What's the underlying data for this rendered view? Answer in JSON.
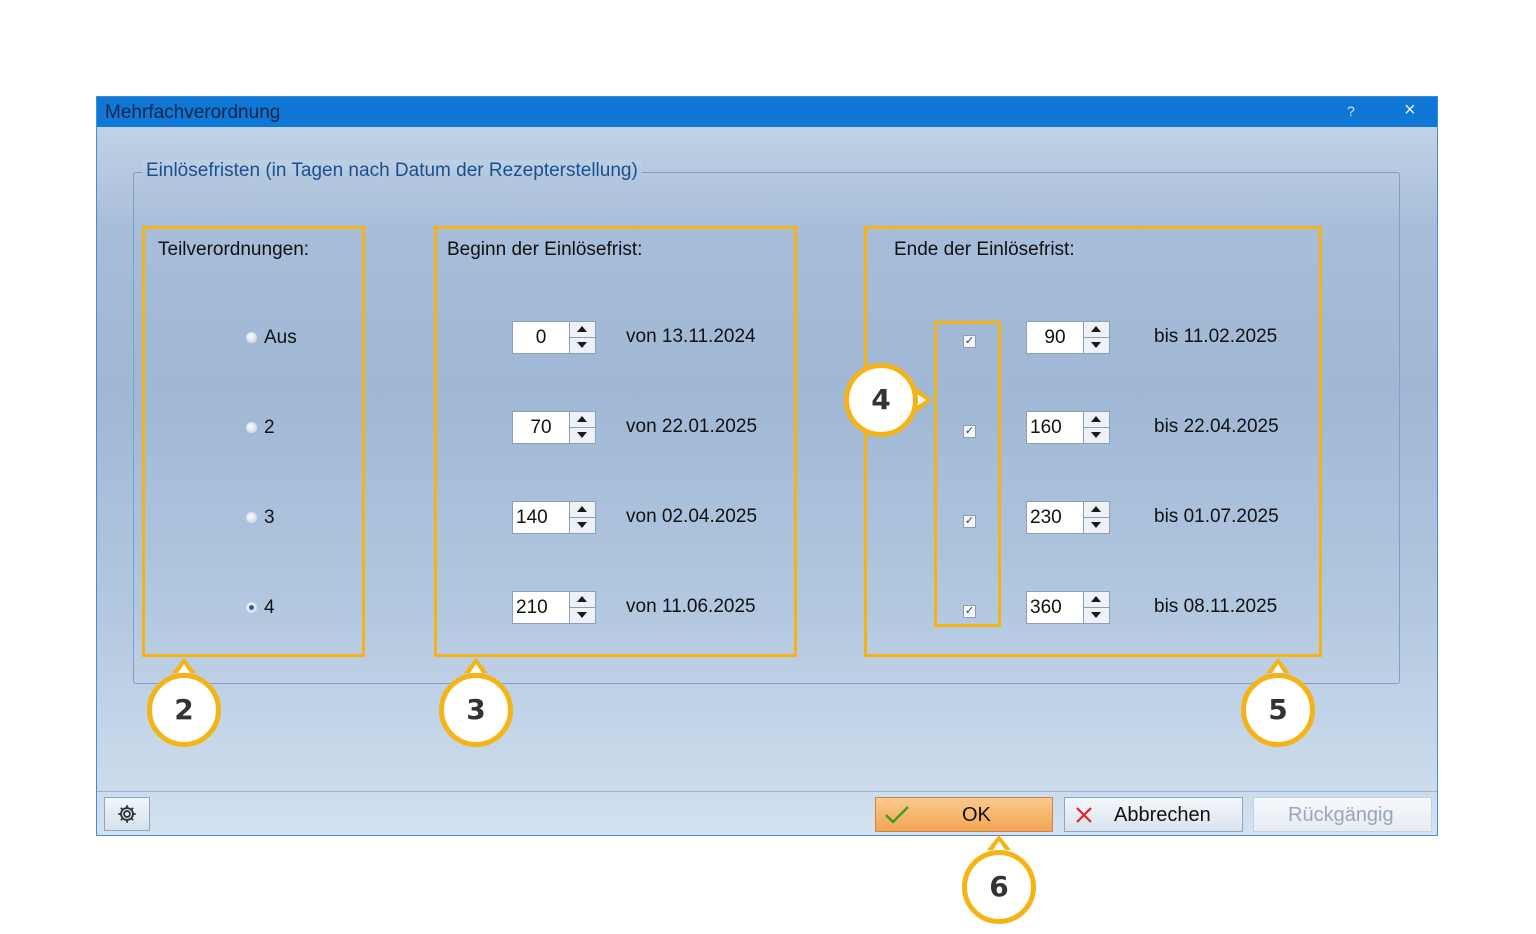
{
  "window": {
    "title": "Mehrfachverordnung",
    "help": "?",
    "close": "×"
  },
  "group": {
    "legend": "Einlösefristen (in Tagen nach Datum der Rezepterstellung)"
  },
  "teil": {
    "heading": "Teilverordnungen:",
    "options": [
      {
        "label": "Aus",
        "selected": false
      },
      {
        "label": "2",
        "selected": false
      },
      {
        "label": "3",
        "selected": false
      },
      {
        "label": "4",
        "selected": true
      }
    ]
  },
  "beginn": {
    "heading": "Beginn der Einlösefrist:",
    "rows": [
      {
        "value": "0",
        "date": "von 13.11.2024"
      },
      {
        "value": "70",
        "date": "von 22.01.2025"
      },
      {
        "value": "140",
        "date": "von 02.04.2025"
      },
      {
        "value": "210",
        "date": "von 11.06.2025"
      }
    ]
  },
  "ende": {
    "heading": "Ende der Einlösefrist:",
    "rows": [
      {
        "checked": true,
        "value": "90",
        "date": "bis 11.02.2025"
      },
      {
        "checked": true,
        "value": "160",
        "date": "bis 22.04.2025"
      },
      {
        "checked": true,
        "value": "230",
        "date": "bis 01.07.2025"
      },
      {
        "checked": true,
        "value": "360",
        "date": "bis 08.11.2025"
      }
    ]
  },
  "buttons": {
    "ok": "OK",
    "cancel": "Abbrechen",
    "undo": "Rückgängig"
  },
  "icons": {
    "ok": "check-icon",
    "cancel": "x-icon",
    "settings": "gear-icon"
  },
  "colors": {
    "titlebar": "#0f78d6",
    "highlight": "#f5b315",
    "ok_button": "#f3a553",
    "cancel_x": "#e0242a",
    "ok_check": "#3a9a2e"
  },
  "callouts": [
    "2",
    "3",
    "4",
    "5",
    "6"
  ]
}
